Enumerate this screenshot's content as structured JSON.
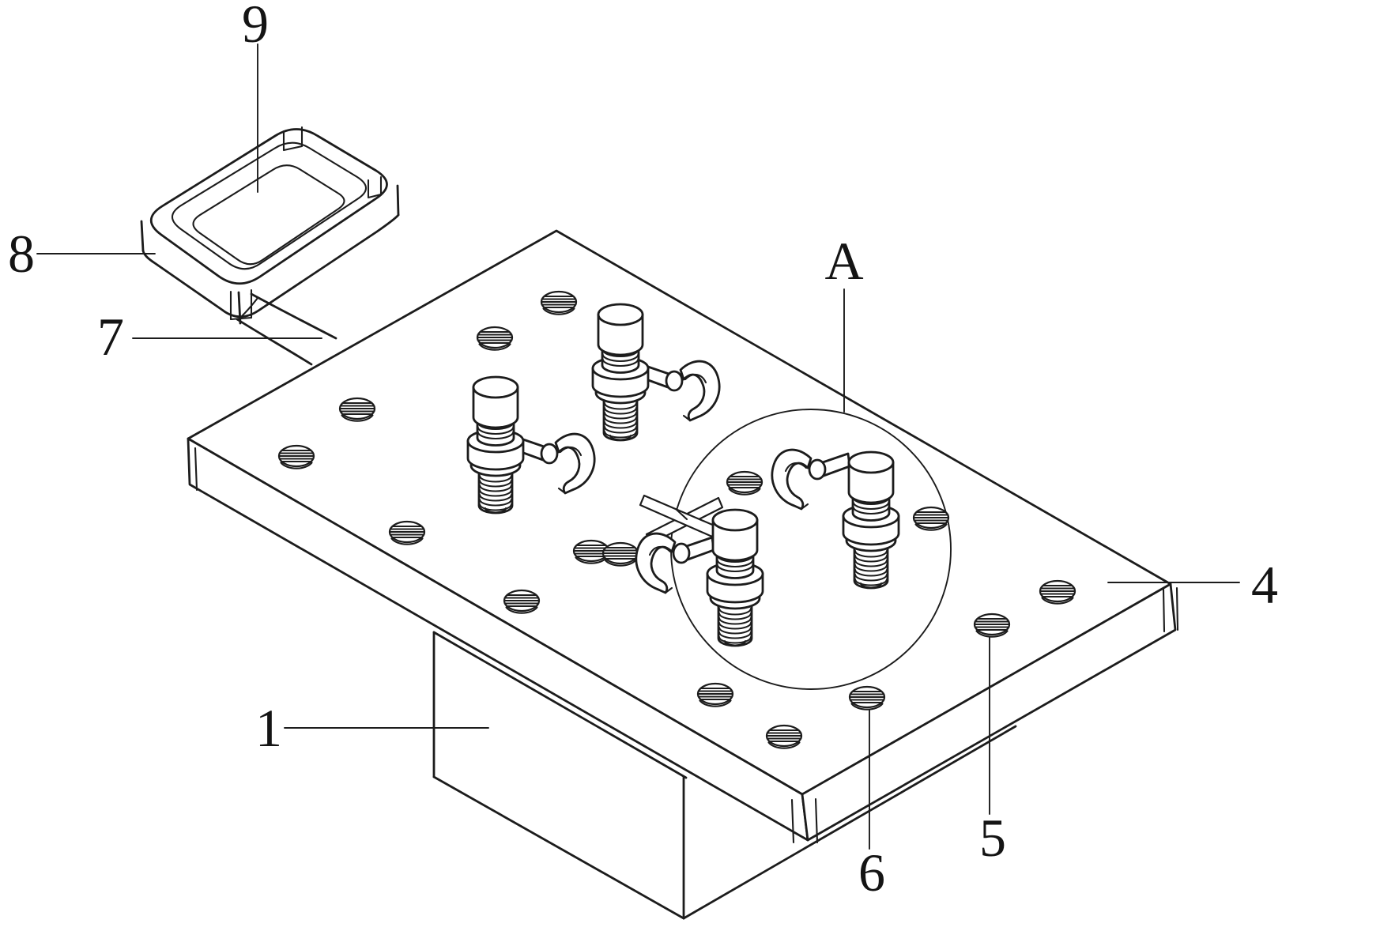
{
  "figure": {
    "kind": "patent-technical-drawing",
    "background_color": "#ffffff",
    "line_color": "#1c1c1c",
    "label_color": "#141414",
    "labels": [
      {
        "text": "9",
        "part": "tray-cavity"
      },
      {
        "text": "8",
        "part": "tray-frame"
      },
      {
        "text": "7",
        "part": "connecting-arm"
      },
      {
        "text": "A",
        "part": "detail-circle"
      },
      {
        "text": "4",
        "part": "fixture-plate"
      },
      {
        "text": "1",
        "part": "base-block"
      },
      {
        "text": "6",
        "part": "threaded-hole-front"
      },
      {
        "text": "5",
        "part": "threaded-hole-right"
      }
    ],
    "counts": {
      "threaded_holes": 15,
      "clamp_bolt_assemblies": 4,
      "detail_circles": 1
    }
  }
}
